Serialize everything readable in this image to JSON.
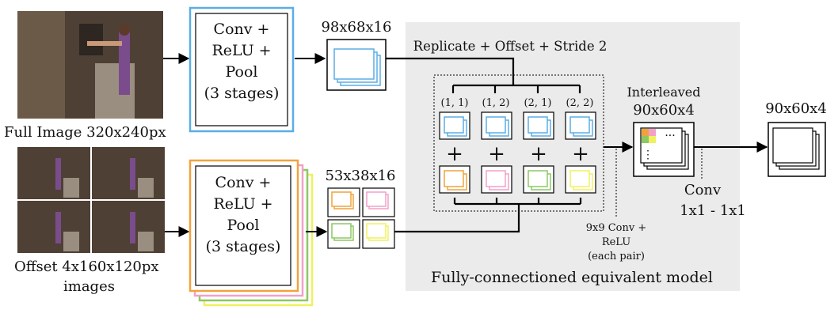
{
  "inputs": {
    "full_image_label": "Full Image 320x240px",
    "offset_label_line1": "Offset 4x160x120px",
    "offset_label_line2": "images"
  },
  "conv_block": {
    "line1": "Conv +",
    "line2": "ReLU +",
    "line3": "Pool",
    "line4": "(3 stages)"
  },
  "feature_sizes": {
    "top": "98x68x16",
    "bottom": "53x38x16"
  },
  "fc_region": {
    "replicate_label": "Replicate + Offset + Stride 2",
    "offsets": [
      "(1, 1)",
      "(1, 2)",
      "(2, 1)",
      "(2, 2)"
    ],
    "plus_sign": "+",
    "conv_note_line1": "9x9 Conv +",
    "conv_note_line2": "ReLU",
    "conv_note_line3": "(each pair)",
    "title": "Fully-connectioned equivalent model"
  },
  "interleaved": {
    "line1": "Interleaved",
    "line2": "90x60x4",
    "ellipsis": "···",
    "vdots": "⋮"
  },
  "final_conv": {
    "line1": "Conv",
    "line2": "1x1 - 1x1"
  },
  "output": {
    "size": "90x60x4"
  },
  "colors": {
    "blue": "#5aaee6",
    "orange": "#f2a23c",
    "pink": "#f2a0c8",
    "green": "#8cc864",
    "yellow": "#f0f060",
    "panel": "#ebebeb"
  }
}
